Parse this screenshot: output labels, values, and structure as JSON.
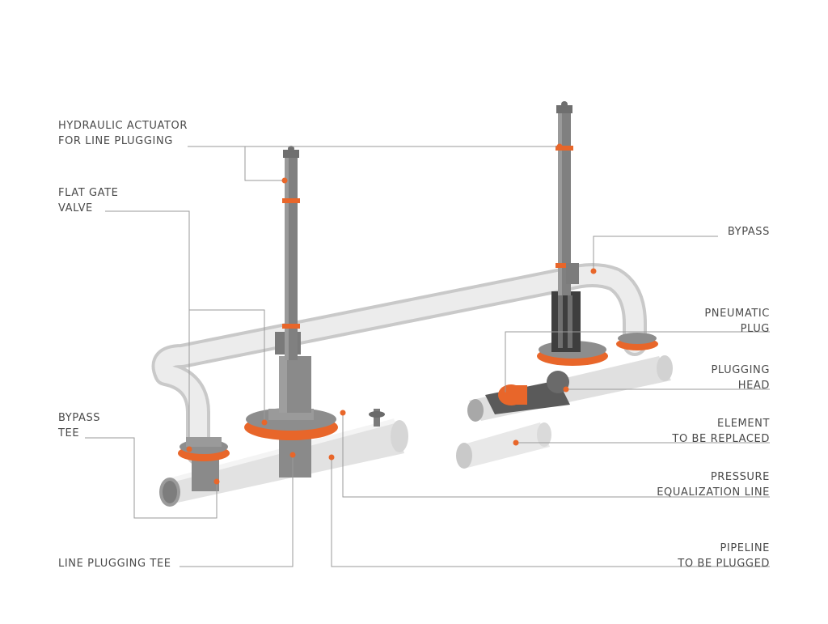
{
  "colors": {
    "accent": "#e8662a",
    "leader": "#9a9a9a",
    "pipe": "#e4e4e4",
    "pipe_shade": "#cfcfcf",
    "equipment": "#7f7f7f",
    "text": "#4a4a4a"
  },
  "labels": {
    "hydraulic_actuator": [
      "HYDRAULIC ACTUATOR",
      "FOR LINE PLUGGING"
    ],
    "flat_gate_valve": [
      "FLAT GATE",
      "VALVE"
    ],
    "bypass_tee": [
      "BYPASS",
      "TEE"
    ],
    "line_plugging_tee": [
      "LINE PLUGGING TEE"
    ],
    "bypass": [
      "BYPASS"
    ],
    "pneumatic_plug": [
      "PNEUMATIC",
      "PLUG"
    ],
    "plugging_head": [
      "PLUGGING",
      "HEAD"
    ],
    "element_to_be_replaced": [
      "ELEMENT",
      "TO BE REPLACED"
    ],
    "pressure_equalization_line": [
      "PRESSURE",
      "EQUALIZATION LINE"
    ],
    "pipeline_to_be_plugged": [
      "PIPELINE",
      "TO BE PLUGGED"
    ]
  }
}
